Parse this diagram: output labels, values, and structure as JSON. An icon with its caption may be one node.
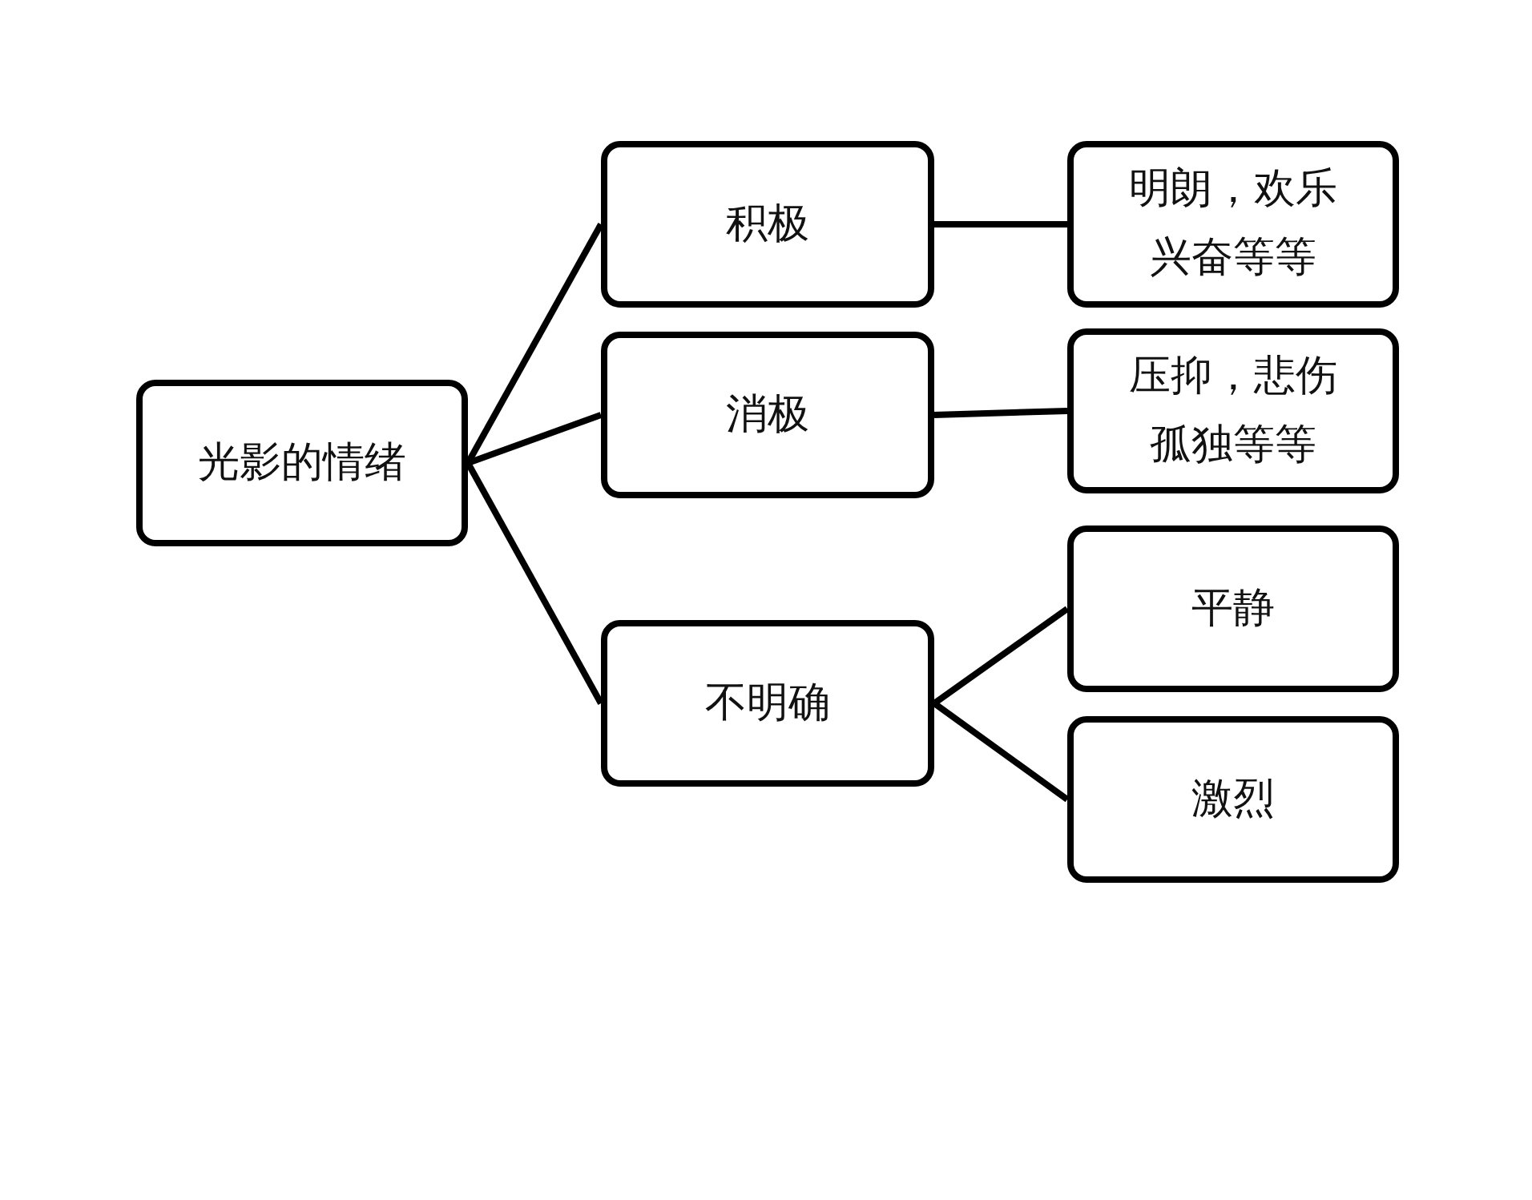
{
  "diagram": {
    "nodes": [
      {
        "text": [
          "光影的情绪"
        ]
      },
      {
        "text": [
          "积极"
        ]
      },
      {
        "text": [
          "消极"
        ]
      },
      {
        "text": [
          "不明确"
        ]
      },
      {
        "text": [
          "明朗，欢乐兴奋等等"
        ]
      },
      {
        "text": [
          "压抑，悲伤孤独等等"
        ]
      },
      {
        "text": [
          "平静"
        ]
      },
      {
        "text": [
          "激烈"
        ]
      }
    ],
    "edges": [
      {
        "from": 0,
        "to": 1,
        "arrow": "none"
      },
      {
        "from": 0,
        "to": 2,
        "arrow": "none"
      },
      {
        "from": 0,
        "to": 3,
        "arrow": "none"
      },
      {
        "from": 1,
        "to": 4,
        "arrow": "none"
      },
      {
        "from": 2,
        "to": 5,
        "arrow": "none"
      },
      {
        "from": 3,
        "to": 6,
        "arrow": "none"
      },
      {
        "from": 3,
        "to": 7,
        "arrow": "none"
      }
    ]
  }
}
